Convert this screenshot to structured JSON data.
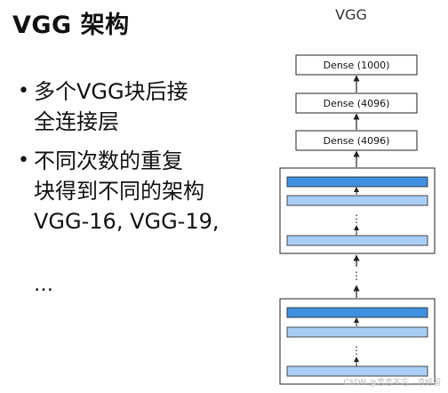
{
  "title": "VGG 架构",
  "bullets": [
    {
      "lines": [
        "多个VGG块后接",
        "全连接层"
      ]
    },
    {
      "lines": [
        "不同次数的重复",
        "块得到不同的架构",
        "VGG-16, VGG-19,"
      ]
    }
  ],
  "bullets_tail": "…",
  "diagram": {
    "label": "VGG",
    "dense_layers": [
      "Dense (1000)",
      "Dense (4096)",
      "Dense (4096)"
    ],
    "dots": "⋮",
    "colors": {
      "conv_dark": "#3f90e0",
      "conv_light": "#a9cef5",
      "arrow": "#222222",
      "border": "#222222"
    }
  },
  "watermark": "CSDN @恋恋不忘，凉好留"
}
